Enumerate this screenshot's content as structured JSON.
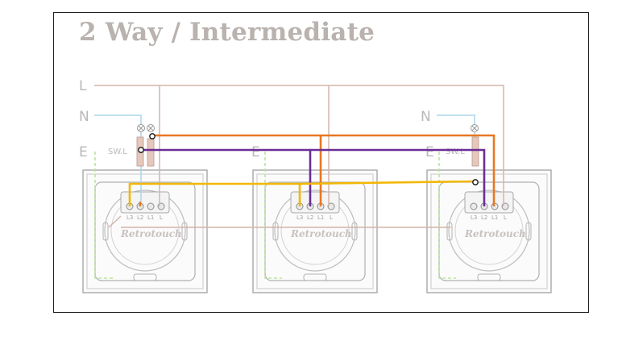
{
  "title": "2 Way / Intermediate",
  "rail_labels": {
    "live": "L",
    "neutral": "N",
    "earth": "E",
    "switch_live": "SW.L"
  },
  "terminal_labels": [
    "L3",
    "L2",
    "L1",
    "L"
  ],
  "brand": "Retrotouch",
  "colors": {
    "live_wire": "#d4b5a9",
    "neutral_wire": "#a9d6ec",
    "earth_wire": "#b9e59a",
    "orange_wire": "#e87722",
    "purple_wire": "#6a2e96",
    "yellow_wire": "#f2b705",
    "plate": "#a9a9a9"
  }
}
